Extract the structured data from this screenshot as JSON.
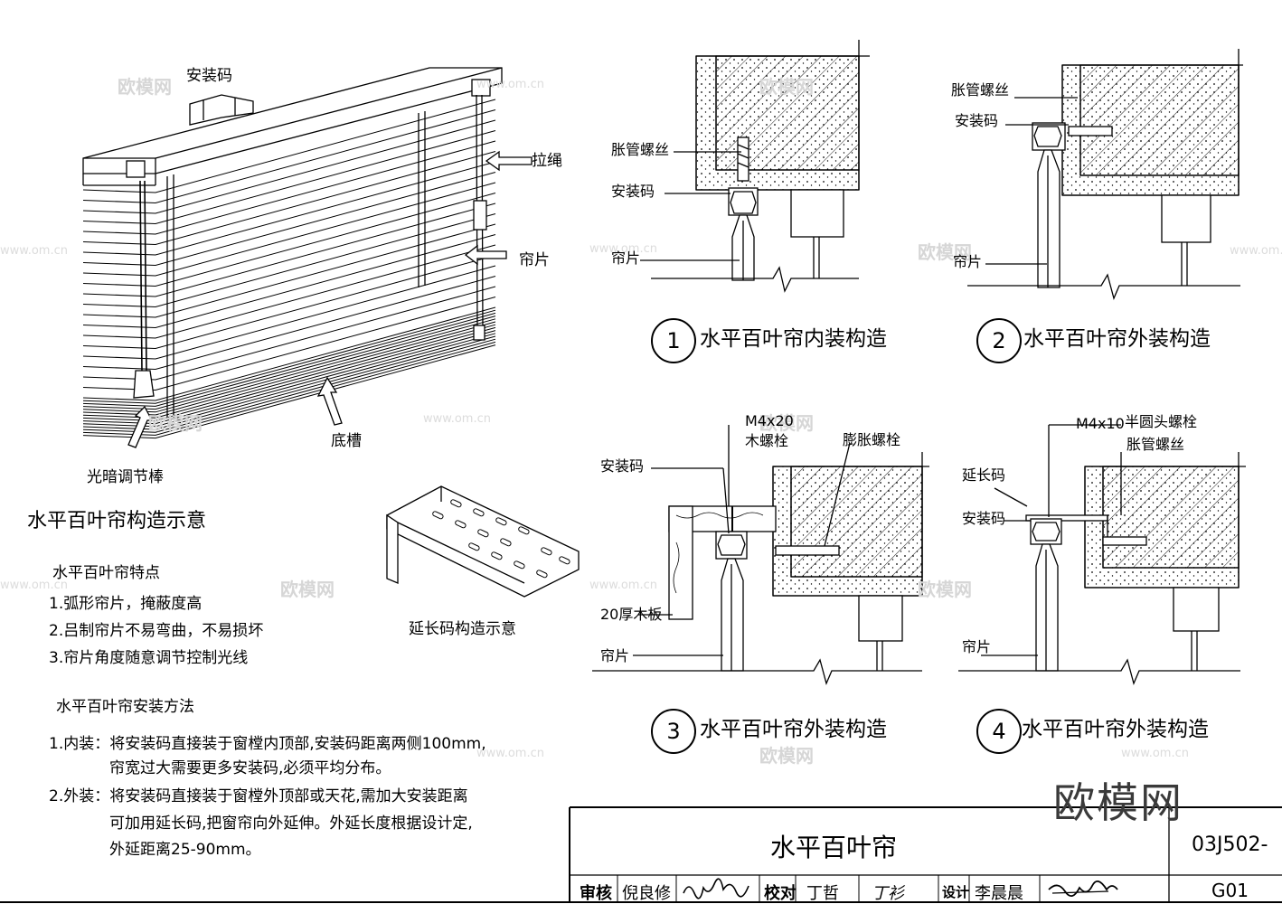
{
  "blind_illustration": {
    "labels": {
      "mount_bracket": "安装码",
      "pull_cord": "拉绳",
      "slat": "帘片",
      "bottom_rail": "底槽",
      "tilt_wand": "光暗调节棒"
    },
    "title": "水平百叶帘构造示意",
    "extension_bracket_caption": "延长码构造示意"
  },
  "features": {
    "heading": "水平百叶帘特点",
    "items": [
      "1.弧形帘片，掩蔽度高",
      "2.吕制帘片不易弯曲，不易损坏",
      "3.帘片角度随意调节控制光线"
    ]
  },
  "installation": {
    "heading": "水平百叶帘安装方法",
    "lines": [
      "1.内装：将安装码直接装于窗樘内顶部,安装码距离两侧100mm,",
      "帘宽过大需要更多安装码,必须平均分布。",
      "2.外装：将安装码直接装于窗樘外顶部或天花,需加大安装距离",
      "可加用延长码,把窗帘向外延伸。外延长度根据设计定,",
      "外延距离25-90mm。"
    ]
  },
  "details": [
    {
      "number": "1",
      "title": "水平百叶帘内装构造",
      "labels": {
        "screw": "胀管螺丝",
        "bracket": "安装码",
        "slat": "帘片"
      }
    },
    {
      "number": "2",
      "title": "水平百叶帘外装构造",
      "labels": {
        "screw": "胀管螺丝",
        "bracket": "安装码",
        "slat": "帘片"
      }
    },
    {
      "number": "3",
      "title": "水平百叶帘外装构造",
      "labels": {
        "size": "M4x20",
        "wood_screw": "木螺栓",
        "expansion_bolt": "膨胀螺栓",
        "bracket": "安装码",
        "board": "20厚木板",
        "slat": "帘片"
      }
    },
    {
      "number": "4",
      "title": "水平百叶帘外装构造",
      "labels": {
        "size": "M4x10",
        "bolt": "半圆头螺栓",
        "screw": "胀管螺丝",
        "extension": "延长码",
        "bracket": "安装码",
        "slat": "帘片"
      }
    }
  ],
  "title_block": {
    "title": "水平百叶帘",
    "drawing_no": "03J502-",
    "page": "G01",
    "review_label": "审核",
    "review_name": "倪良修",
    "check_label": "校对",
    "check_name": "丁哲",
    "check_sign": "丁衫",
    "design_label": "设计",
    "design_name": "李晨晨"
  },
  "watermarks": {
    "brand": "欧模网",
    "url": "www.om.cn"
  }
}
